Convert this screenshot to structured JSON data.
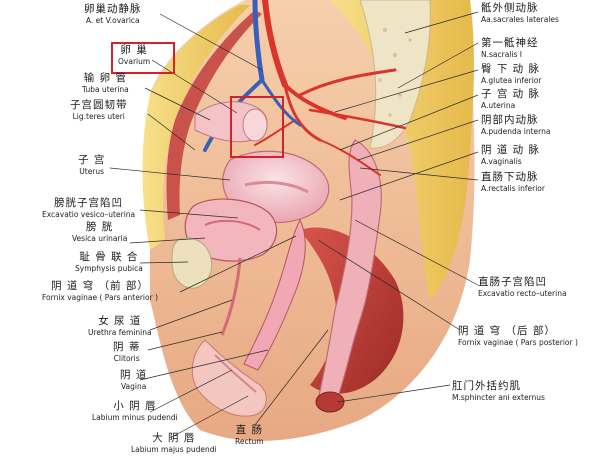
{
  "labels": {
    "a_v_ovarica": {
      "zh": "卵巢动静脉",
      "la": "A. et V.ovarica"
    },
    "ovarium": {
      "zh": "卵  巢",
      "la": "Ovarium"
    },
    "tuba_uterina": {
      "zh": "输 卵 管",
      "la": "Tuba uterina"
    },
    "lig_teres_uteri": {
      "zh": "子宫圆韧带",
      "la": "Lig.teres uteri"
    },
    "uterus": {
      "zh": "子  宫",
      "la": "Uterus"
    },
    "excavatio_vesico_uterina": {
      "zh": "膀胱子宫陷凹",
      "la": "Excavatio vesico–uterina"
    },
    "vesica_urinaria": {
      "zh": "膀  胱",
      "la": "Vesica urinaria"
    },
    "symphysis_pubica": {
      "zh": "耻 骨 联 合",
      "la": "Symphysis pubica"
    },
    "fornix_anterior": {
      "zh": "阴 道 穹 （前 部）",
      "la": "Fornix vaginae ( Pars anterior )"
    },
    "urethra_feminina": {
      "zh": "女 尿 道",
      "la": "Urethra feminina"
    },
    "clitoris": {
      "zh": "阴  蒂",
      "la": "Clitoris"
    },
    "vagina": {
      "zh": "阴  道",
      "la": "Vagina"
    },
    "labium_minus": {
      "zh": "小 阴 唇",
      "la": "Labium minus pudendi"
    },
    "labium_majus": {
      "zh": "大 阴 唇",
      "la": "Labium majus pudendi"
    },
    "rectum": {
      "zh": "直  肠",
      "la": "Rectum"
    },
    "aa_sacrales_laterales": {
      "zh": "骶外侧动脉",
      "la": "Aa.sacrales laterales"
    },
    "n_sacralis": {
      "zh": "第一骶神经",
      "la": "N.sacralis  I"
    },
    "a_glutea_inferior": {
      "zh": "臀 下 动 脉",
      "la": "A.glutea inferior"
    },
    "a_uterina": {
      "zh": "子 宫 动 脉",
      "la": "A.uterina"
    },
    "a_pudenda_interna": {
      "zh": "阴部内动脉",
      "la": "A.pudenda  interna"
    },
    "a_vaginalis": {
      "zh": "阴 道 动 脉",
      "la": "A.vaginalis"
    },
    "a_rectalis_inferior": {
      "zh": "直肠下动脉",
      "la": "A.rectalis  inferior"
    },
    "excavatio_recto_uterina": {
      "zh": "直肠子宫陷凹",
      "la": "Excavatio  recto–uterina"
    },
    "fornix_posterior": {
      "zh": "阴 道 穹 （后  部）",
      "la": "Fornix vaginae ( Pars posterior )"
    },
    "m_sphincter_ani": {
      "zh": "肛门外括约肌",
      "la": "M.sphincter ani externus"
    }
  },
  "colors": {
    "highlight": "#d2232a",
    "leader": "#2a2a2a",
    "fat": "#f2d46a",
    "skin": "#f5c9a3",
    "bone": "#e8dcb8",
    "muscle": "#c4403a",
    "mucosa": "#f2a7b4",
    "artery": "#d9362b",
    "vein": "#3a5fb8"
  }
}
